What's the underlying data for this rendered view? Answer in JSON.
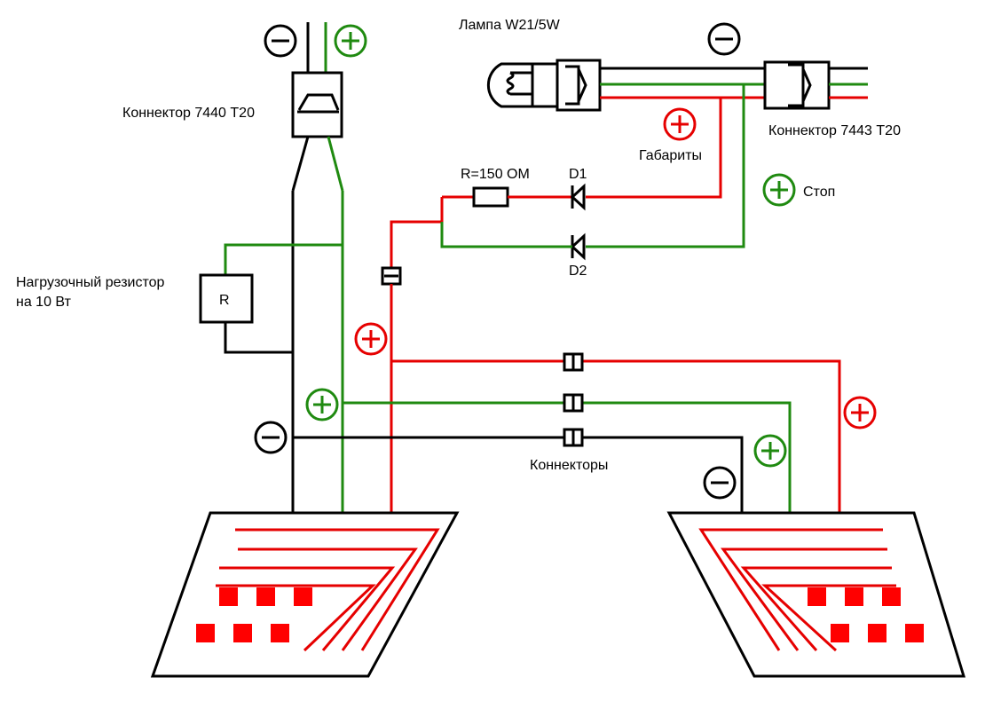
{
  "labels": {
    "lamp": "Лампа W21/5W",
    "connector_left": "Коннектор 7440 T20",
    "connector_right": "Коннектор 7443 T20",
    "gabarity": "Габариты",
    "stop": "Стоп",
    "resistor_value": "R=150 OM",
    "d1": "D1",
    "d2": "D2",
    "load_resistor_line1": "Нагрузочный резистор",
    "load_resistor_line2": "на 10 Вт",
    "r_box": "R",
    "connectors": "Коннекторы"
  },
  "colors": {
    "positive_red": "#e60000",
    "positive_green": "#1f8a10",
    "negative": "#000000",
    "led": "#ff0000"
  },
  "icons": {
    "plus": "plus-circle-icon",
    "minus": "minus-circle-icon"
  }
}
